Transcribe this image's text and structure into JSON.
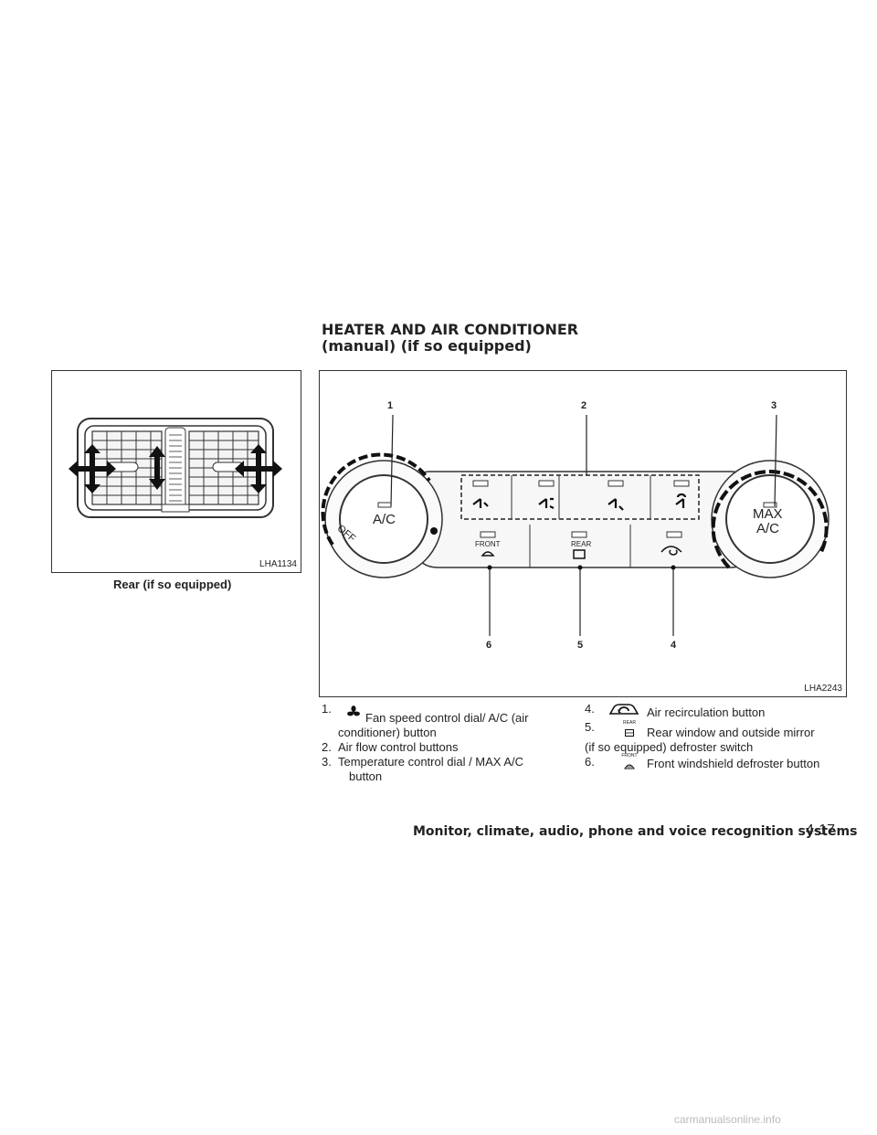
{
  "section": {
    "title_line1": "HEATER AND AIR CONDITIONER",
    "title_line2": "(manual) (if so equipped)"
  },
  "figure_left": {
    "code": "LHA1134",
    "caption": "Rear (if so equipped)"
  },
  "figure_right": {
    "code": "LHA2243",
    "callouts": [
      "1",
      "2",
      "3",
      "4",
      "5",
      "6"
    ],
    "dial_left_label": "A/C",
    "dial_left_off": "OFF",
    "dial_right_label_1": "MAX",
    "dial_right_label_2": "A/C",
    "front_label": "FRONT",
    "rear_label": "REAR"
  },
  "items": [
    {
      "num": "1.",
      "icon": "fan-icon",
      "text_1": "Fan speed control dial/ A/C (air",
      "text_2": "conditioner) button"
    },
    {
      "num": "2.",
      "text_1": "Air flow control buttons"
    },
    {
      "num": "3.",
      "text_1": "Temperature control dial / MAX A/C",
      "text_2": "button"
    },
    {
      "num": "4.",
      "icon": "recirculation-icon",
      "text_1": "Air recirculation button"
    },
    {
      "num": "5.",
      "icon": "rear-defroster-icon",
      "icon_label": "REAR",
      "text_1": "Rear window and outside mirror",
      "text_2": "(if so equipped) defroster switch"
    },
    {
      "num": "6.",
      "icon": "front-defroster-icon",
      "icon_label": "FRONT",
      "text_1": "Front windshield defroster button"
    }
  ],
  "footer": {
    "section_name": "Monitor, climate, audio, phone and voice recognition systems",
    "page_number": "4-17"
  },
  "watermark": "carmanualsonline.info"
}
